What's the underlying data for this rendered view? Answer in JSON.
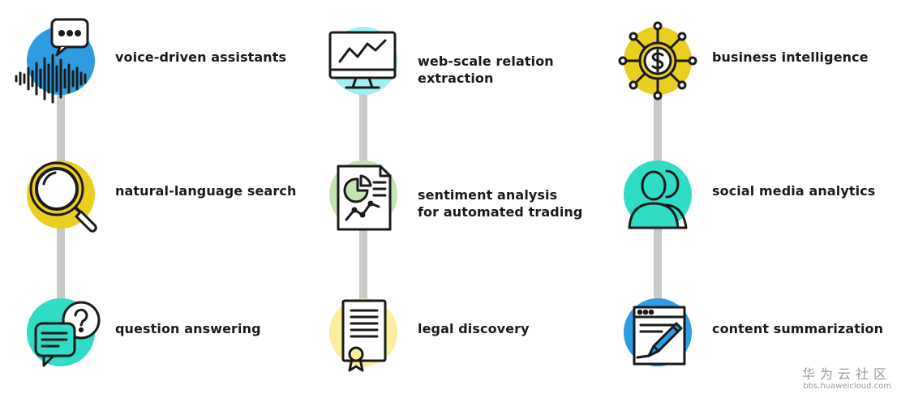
{
  "colors": {
    "blue": "#2f9be0",
    "yellow": "#e9cf1f",
    "cyan": "#9ff0f2",
    "teal": "#2fdcc6",
    "green": "#c5e3b2",
    "pale_yellow": "#fbee9c",
    "connector": "#c9c9c9",
    "icon_stroke": "#1a1a1a"
  },
  "columns": [
    {
      "items": [
        {
          "lines": [
            "voice-driven assistants"
          ],
          "icon": "voice-assistant-icon",
          "circle_color": "#2f9be0"
        },
        {
          "lines": [
            "natural-language search"
          ],
          "icon": "magnifier-icon",
          "circle_color": "#e9cf1f"
        },
        {
          "lines": [
            "question answering"
          ],
          "icon": "question-chat-icon",
          "circle_color": "#2fdcc6"
        }
      ]
    },
    {
      "items": [
        {
          "lines": [
            "web-scale relation",
            "extraction"
          ],
          "icon": "monitor-chart-icon",
          "circle_color": "#9ff0f2"
        },
        {
          "lines": [
            "sentiment analysis",
            "for automated trading"
          ],
          "icon": "report-chart-icon",
          "circle_color": "#c5e3b2"
        },
        {
          "lines": [
            "legal discovery"
          ],
          "icon": "certificate-document-icon",
          "circle_color": "#fbee9c"
        }
      ]
    },
    {
      "items": [
        {
          "lines": [
            "business intelligence"
          ],
          "icon": "dollar-network-icon",
          "circle_color": "#e9cf1f"
        },
        {
          "lines": [
            "social media analytics"
          ],
          "icon": "users-icon",
          "circle_color": "#2fdcc6"
        },
        {
          "lines": [
            "content summarization"
          ],
          "icon": "document-edit-icon",
          "circle_color": "#2f9be0"
        }
      ]
    }
  ],
  "watermark": {
    "title": "华为云社区",
    "url": "bbs.huaweicloud.com"
  }
}
